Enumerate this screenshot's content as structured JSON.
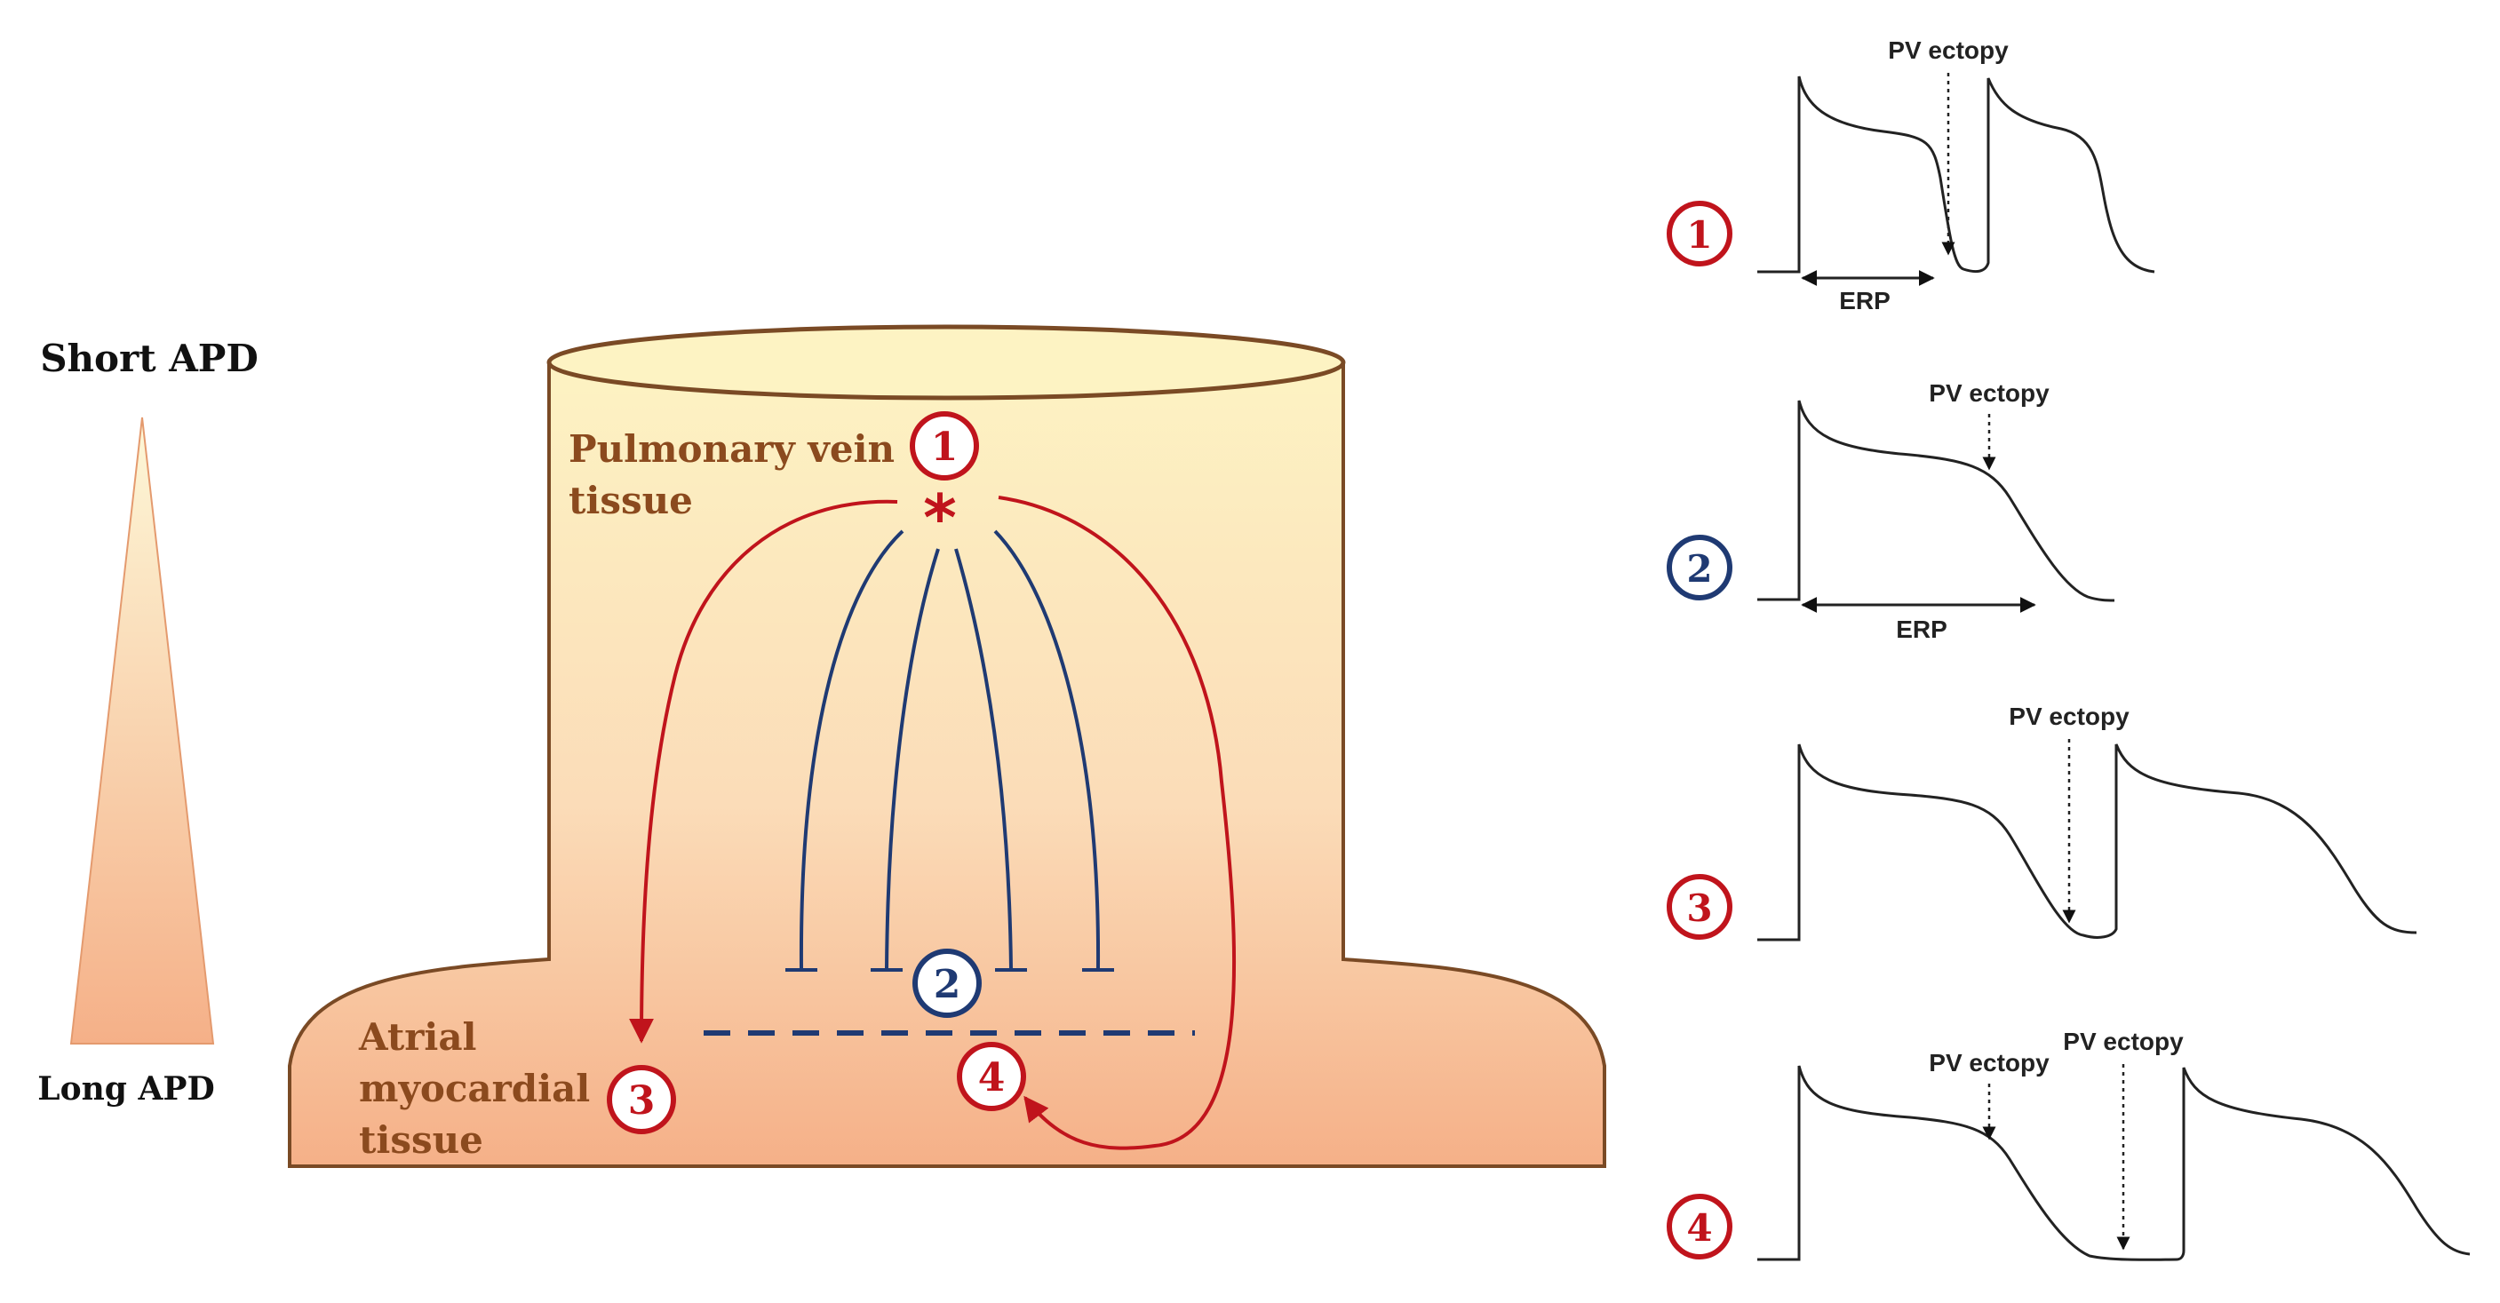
{
  "apd_scale": {
    "top_label": "Short APD",
    "bottom_label": "Long APD"
  },
  "tissue": {
    "pv_label_line1": "Pulmonary vein",
    "pv_label_line2": "tissue",
    "atrial_label_line1": "Atrial",
    "atrial_label_line2": "myocardial",
    "atrial_label_line3": "tissue",
    "ectopy_marker": "*"
  },
  "markers": {
    "m1": "1",
    "m2": "2",
    "m3": "3",
    "m4": "4"
  },
  "traces": {
    "t1_num": "1",
    "t1_ectopy": "PV ectopy",
    "t1_erp": "ERP",
    "t2_num": "2",
    "t2_ectopy": "PV ectopy",
    "t2_erp": "ERP",
    "t3_num": "3",
    "t3_ectopy": "PV ectopy",
    "t4_num": "4",
    "t4_ectopy_a": "PV ectopy",
    "t4_ectopy_b": "PV ectopy"
  },
  "colors": {
    "red": "#c0141c",
    "blue": "#1f3a73",
    "brown": "#8b4a1e",
    "tissue_border": "#7a4a25",
    "pv_top": "#fdf3c3",
    "atrial_bottom": "#f5b088"
  }
}
